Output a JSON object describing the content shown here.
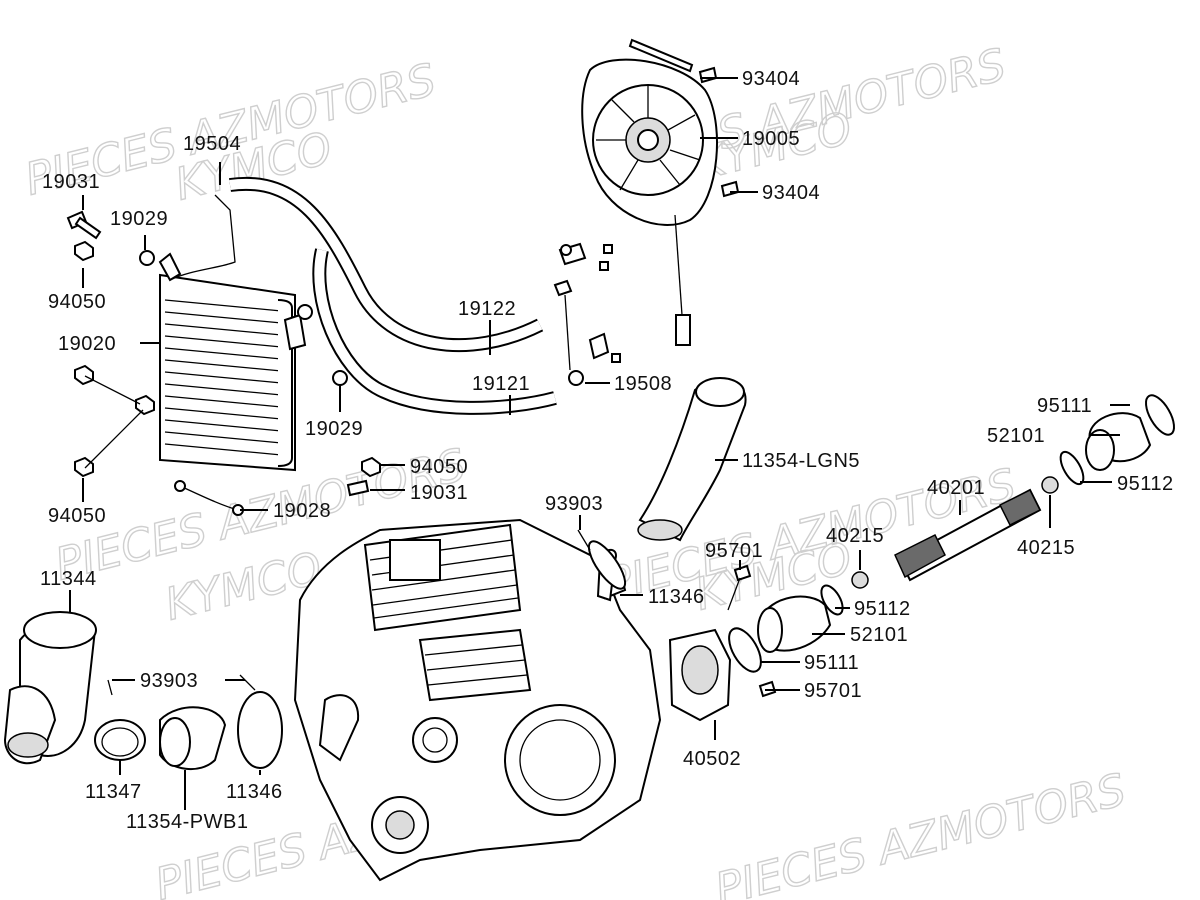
{
  "watermark": {
    "line1": "PIECES AZMOTORS",
    "line2": "KYMCO"
  },
  "labels": {
    "l93404a": "93404",
    "l19005": "19005",
    "l93404b": "93404",
    "l19504": "19504",
    "l19031a": "19031",
    "l19029a": "19029",
    "l94050a": "94050",
    "l19020": "19020",
    "l19122": "19122",
    "l19121": "19121",
    "l19508": "19508",
    "l19029b": "19029",
    "l94050b": "94050",
    "l19031b": "19031",
    "l94050c": "94050",
    "l19028": "19028",
    "l11354lgn5": "11354-LGN5",
    "l95111a": "95111",
    "l52101a": "52101",
    "l95112a": "95112",
    "l40201": "40201",
    "l40215a": "40215",
    "l40215b": "40215",
    "l93903a": "93903",
    "l95701a": "95701",
    "l11346a": "11346",
    "l95112b": "95112",
    "l52101b": "52101",
    "l95111b": "95111",
    "l95701b": "95701",
    "l40502": "40502",
    "l11344": "11344",
    "l93903b": "93903",
    "l11347": "11347",
    "l11346b": "11346",
    "l11354pwb1": "11354-PWB1"
  }
}
